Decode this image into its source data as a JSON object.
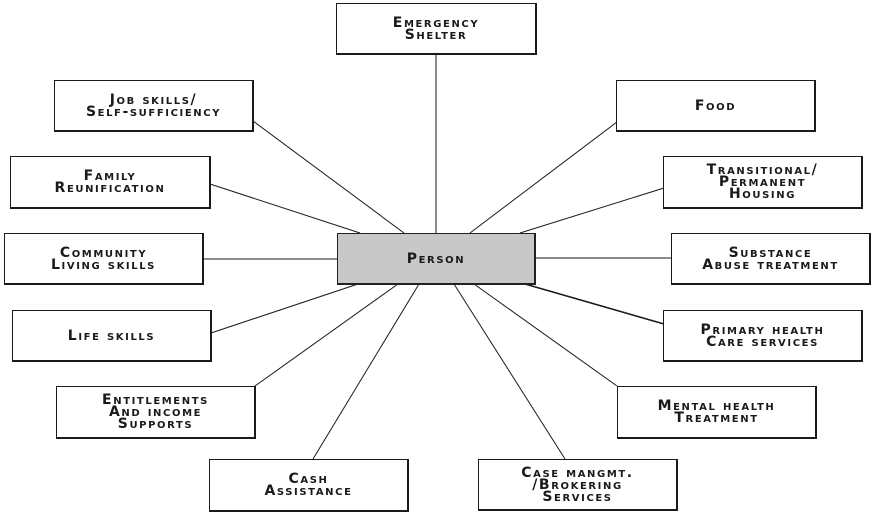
{
  "diagram": {
    "center": {
      "id": "person",
      "lines": [
        "Person"
      ]
    },
    "nodes": [
      {
        "id": "emergency-shelter",
        "lines": [
          "Emergency",
          "Shelter"
        ]
      },
      {
        "id": "job-skills",
        "lines": [
          "Job Skills/",
          "Self-sufficiency"
        ]
      },
      {
        "id": "food",
        "lines": [
          "Food"
        ]
      },
      {
        "id": "family-reunification",
        "lines": [
          "Family",
          "Reunification"
        ]
      },
      {
        "id": "transitional-housing",
        "lines": [
          "Transitional/",
          "Permanent",
          "Housing"
        ]
      },
      {
        "id": "community-living-skills",
        "lines": [
          "Community",
          "Living Skills"
        ]
      },
      {
        "id": "substance-abuse-treatment",
        "lines": [
          "Substance",
          "Abuse Treatment"
        ]
      },
      {
        "id": "life-skills",
        "lines": [
          "Life Skills"
        ]
      },
      {
        "id": "primary-health-care",
        "lines": [
          "Primary Health",
          "Care Services"
        ]
      },
      {
        "id": "entitlements-income",
        "lines": [
          "Entitlements",
          "and Income",
          "Supports"
        ]
      },
      {
        "id": "mental-health-treatment",
        "lines": [
          "Mental Health",
          "Treatment"
        ]
      },
      {
        "id": "cash-assistance",
        "lines": [
          "Cash",
          "Assistance"
        ]
      },
      {
        "id": "case-management",
        "lines": [
          "Case Mangmt.",
          "/Brokering",
          "Services"
        ]
      }
    ],
    "colors": {
      "center_fill": "#c8c8c8",
      "stroke": "#1a1a1a",
      "background": "#ffffff"
    }
  }
}
